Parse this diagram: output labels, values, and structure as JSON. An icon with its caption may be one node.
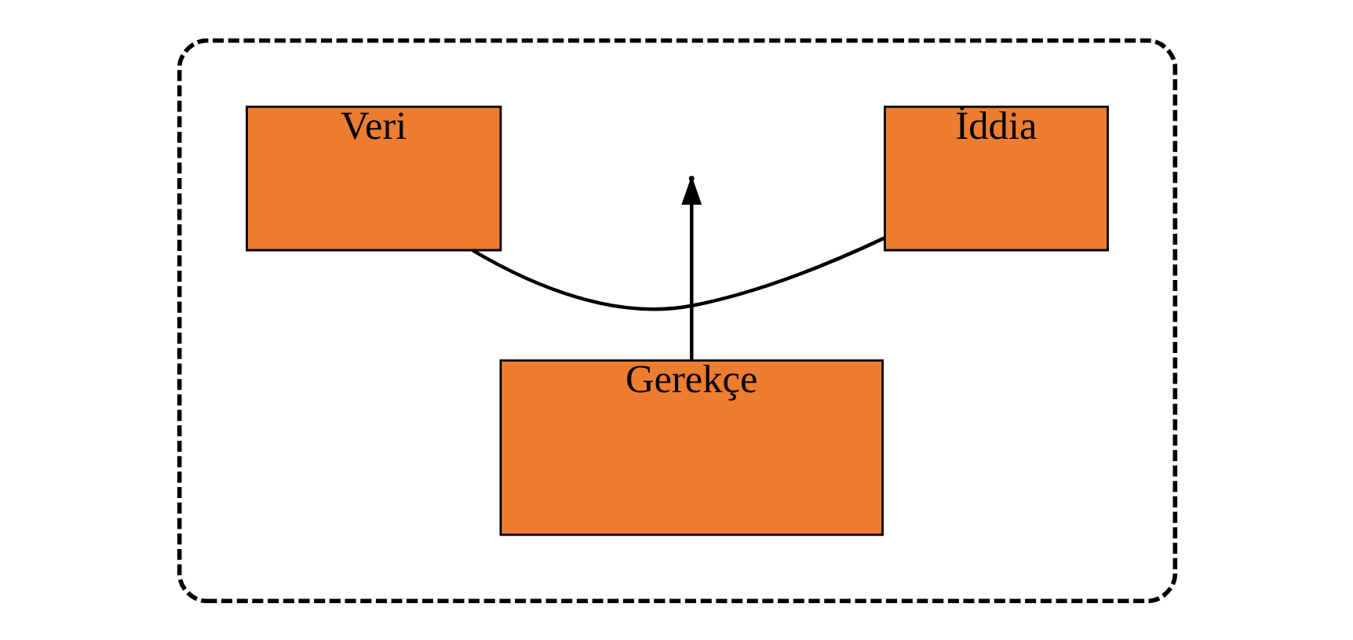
{
  "diagram": {
    "nodes": [
      {
        "text": [],
        "shape": "ellipse"
      },
      {
        "text": [
          "Veri"
        ],
        "in": 0
      },
      {
        "text": [
          "İddia"
        ],
        "in": 0
      },
      {
        "text": [
          "Gerekçe"
        ],
        "in": 0
      }
    ],
    "edges": [
      {
        "from": 1,
        "to": 2,
        "arrow": "none"
      },
      {
        "from": 3,
        "to": null,
        "arrow": "to"
      }
    ]
  }
}
